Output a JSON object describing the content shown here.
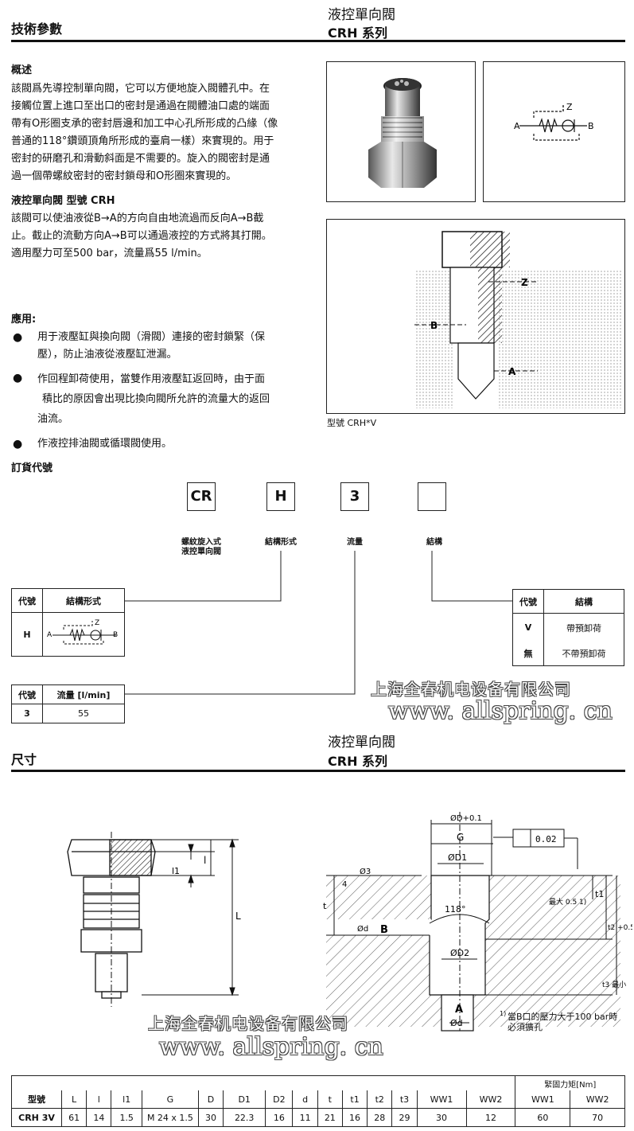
{
  "page1": {
    "header_left": "技術參數",
    "header_right_1": "液控單向閥",
    "header_right_2": "CRH 系列",
    "overview_title": "概述",
    "overview_lines": [
      "該閥爲先導控制單向閥，它可以方便地旋入閥體孔中。在",
      "接觸位置上進口至出口的密封是通過在閥體油口處的端面",
      "帶有O形圈支承的密封唇邊和加工中心孔所形成的凸緣（像",
      "普通的118°鑽頭頂角所形成的臺肩一樣）來實現的。用于",
      "密封的研磨孔和滑動斜面是不需要的。旋入的閥密封是通",
      "過一個帶螺紋密封的密封鎖母和O形圈來實現的。"
    ],
    "model_title": "液控單向閥 型號 CRH",
    "model_lines": [
      "該閥可以使油液從B→A的方向自由地流過而反向A→B截",
      "止。截止的流動方向A→B可以通過液控的方式將其打開。",
      "適用壓力可至500 bar，流量爲55 l/min。"
    ],
    "applications_title": "應用:",
    "applications": [
      {
        "lines": [
          "用于液壓缸與換向閥（滑閥）連接的密封鎖緊（保",
          "壓），防止油液從液壓缸泄漏。"
        ]
      },
      {
        "lines": [
          "作回程卸荷使用，當雙作用液壓缸返回時，由于面",
          "積比的原因會出現比換向閥所允許的流量大的返回",
          "油流。"
        ]
      },
      {
        "lines": [
          "作液控排油閥或循環閥使用。"
        ]
      }
    ],
    "symbol_labels": {
      "a": "A",
      "b": "B",
      "z": "Z"
    },
    "section_labels": {
      "z": "Z",
      "b": "B",
      "a": "A"
    },
    "section_caption": "型號 CRH*V",
    "ordering_title": "訂貨代號",
    "code_boxes": [
      "CR",
      "H",
      "3",
      ""
    ],
    "code_captions": [
      "螺紋旋入式\n液控單向閥",
      "結構形式",
      "流量",
      "結構"
    ],
    "struct_table": {
      "headers": [
        "代號",
        "結構形式"
      ],
      "code": "H"
    },
    "flow_table": {
      "headers": [
        "代號",
        "流量 [l/min]"
      ],
      "rows": [
        [
          "3",
          "55"
        ]
      ]
    },
    "design_table": {
      "headers": [
        "代號",
        "結構"
      ],
      "rows": [
        [
          "V",
          "帶預卸荷"
        ],
        [
          "無",
          "不帶預卸荷"
        ]
      ]
    }
  },
  "page2": {
    "header_left": "尺寸",
    "header_right_1": "液控單向閥",
    "header_right_2": "CRH 系列",
    "drawing_labels": {
      "D": "ØD+0.1",
      "G": "G",
      "D1": "ØD1",
      "D2": "ØD2",
      "d": "Ød",
      "d_low": "Ød",
      "d3": "Ø3",
      "four": "4",
      "t": "t",
      "t1": "t1",
      "t2": "t2 +0.5",
      "t3": "t3 最小",
      "angle": "118°",
      "B": "B",
      "A": "A",
      "tol": "0.02",
      "rsize": "最大 0.5 1)",
      "L": "L",
      "l": "l",
      "l1": "l1"
    },
    "footnote_mark": "1)",
    "footnote_lines": [
      "當B口的壓力大于100 bar時",
      "必須擴孔"
    ],
    "dim_table": {
      "torque_header": "緊固力矩[Nm]",
      "headers": [
        "型號",
        "L",
        "l",
        "l1",
        "G",
        "D",
        "D1",
        "D2",
        "d",
        "t",
        "t1",
        "t2",
        "t3",
        "WW1",
        "WW2",
        "WW1",
        "WW2"
      ],
      "row": [
        "CRH 3V",
        "61",
        "14",
        "1.5",
        "M 24 x 1.5",
        "30",
        "22.3",
        "16",
        "11",
        "21",
        "16",
        "28",
        "29",
        "30",
        "12",
        "60",
        "70"
      ]
    }
  },
  "watermark": {
    "company": "上海全春机电设备有限公司",
    "url": "www. allspring. cn"
  }
}
